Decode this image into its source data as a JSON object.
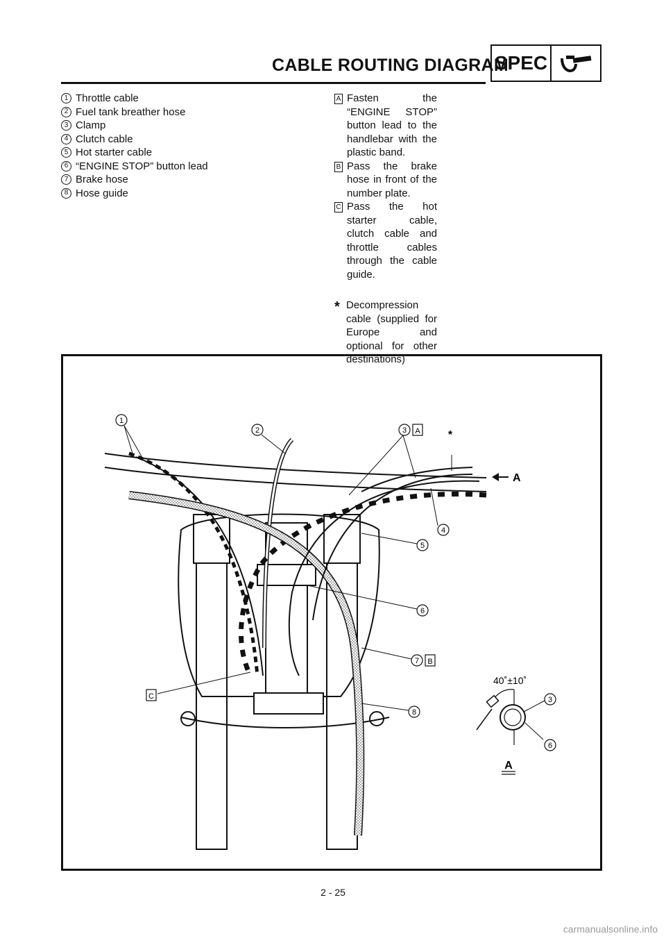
{
  "header": {
    "title": "CABLE ROUTING DIAGRAM",
    "section_badge": "SPEC",
    "section_icon": "wrench-icon"
  },
  "legend": [
    {
      "num": "1",
      "text": "Throttle cable"
    },
    {
      "num": "2",
      "text": "Fuel tank breather hose"
    },
    {
      "num": "3",
      "text": "Clamp"
    },
    {
      "num": "4",
      "text": "Clutch cable"
    },
    {
      "num": "5",
      "text": "Hot starter cable"
    },
    {
      "num": "6",
      "text": "“ENGINE STOP” button lead"
    },
    {
      "num": "7",
      "text": "Brake hose"
    },
    {
      "num": "8",
      "text": "Hose guide"
    }
  ],
  "notes": [
    {
      "key": "A",
      "text": "Fasten the “ENGINE STOP” button lead to the handlebar with the plastic band."
    },
    {
      "key": "B",
      "text": "Pass the brake hose in front of the number plate."
    },
    {
      "key": "C",
      "text": "Pass the hot starter cable, clutch cable and throttle cables through the cable guide."
    }
  ],
  "star_note": {
    "symbol": "*",
    "text": "Decompression cable (supplied for Europe and optional for other destinations)"
  },
  "diagram": {
    "callouts": {
      "c1": "1",
      "c2": "2",
      "c3": "3",
      "c4": "4",
      "c5": "5",
      "c6": "6",
      "c7": "7",
      "c8": "8",
      "boxA": "A",
      "boxB": "B",
      "boxC": "C",
      "star": "*",
      "view_arrow": "A",
      "detail_3": "3",
      "detail_6": "6"
    },
    "angle_label": "40˚±10˚",
    "detail_title": "A"
  },
  "footer": {
    "page_number": "2 - 25",
    "watermark": "carmanualsonline.info"
  }
}
